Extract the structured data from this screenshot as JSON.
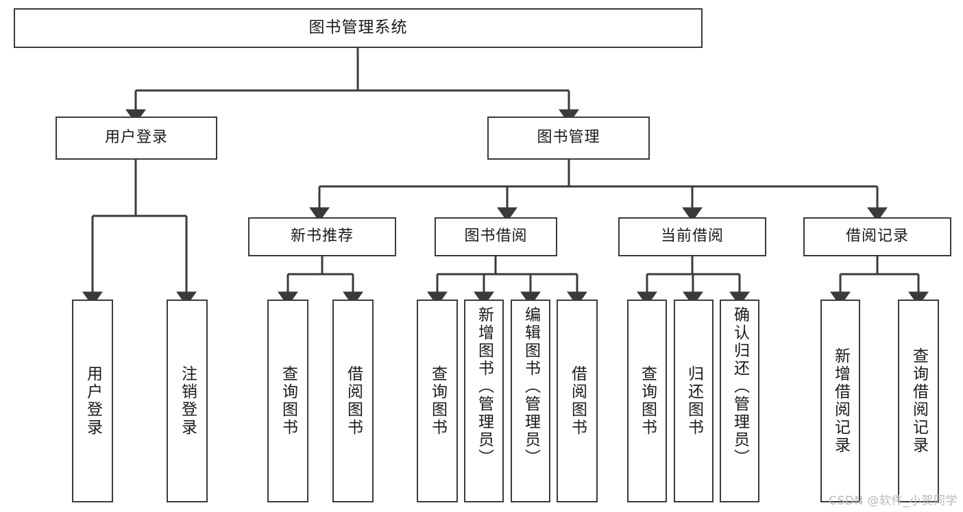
{
  "diagram": {
    "type": "tree-hierarchy",
    "title": "图书管理系统",
    "root": {
      "id": "root",
      "label": "图书管理系统"
    },
    "level2": [
      {
        "id": "user-login",
        "label": "用户登录"
      },
      {
        "id": "book-manage",
        "label": "图书管理"
      }
    ],
    "level3": [
      {
        "id": "new-book-recommend",
        "label": "新书推荐",
        "parent": "book-manage"
      },
      {
        "id": "book-borrow",
        "label": "图书借阅",
        "parent": "book-manage"
      },
      {
        "id": "current-borrow",
        "label": "当前借阅",
        "parent": "book-manage"
      },
      {
        "id": "borrow-record",
        "label": "借阅记录",
        "parent": "book-manage"
      }
    ],
    "leaves": [
      {
        "id": "leaf-user-login",
        "label": "用户登录",
        "parent": "user-login"
      },
      {
        "id": "leaf-user-logout",
        "label": "注销登录",
        "parent": "user-login"
      },
      {
        "id": "leaf-query-book-1",
        "label": "查询图书",
        "parent": "new-book-recommend"
      },
      {
        "id": "leaf-borrow-book-1",
        "label": "借阅图书",
        "parent": "new-book-recommend"
      },
      {
        "id": "leaf-query-book-2",
        "label": "查询图书",
        "parent": "book-borrow"
      },
      {
        "id": "leaf-add-book",
        "label": "新增图书（管理员）",
        "parent": "book-borrow"
      },
      {
        "id": "leaf-edit-book",
        "label": "编辑图书（管理员）",
        "parent": "book-borrow"
      },
      {
        "id": "leaf-borrow-book-2",
        "label": "借阅图书",
        "parent": "book-borrow"
      },
      {
        "id": "leaf-query-book-3",
        "label": "查询图书",
        "parent": "current-borrow"
      },
      {
        "id": "leaf-return-book",
        "label": "归还图书",
        "parent": "current-borrow"
      },
      {
        "id": "leaf-confirm-return",
        "label": "确认归还（管理员）",
        "parent": "current-borrow"
      },
      {
        "id": "leaf-add-record",
        "label": "新增借阅记录",
        "parent": "borrow-record"
      },
      {
        "id": "leaf-query-record",
        "label": "查询借阅记录",
        "parent": "borrow-record"
      }
    ],
    "colors": {
      "stroke": "#3a3a3a",
      "fill": "#ffffff",
      "text": "#1a1a1a",
      "watermark": "#b9b9b9"
    }
  },
  "watermark": {
    "text": "CSDN @软件_小贺同学"
  }
}
